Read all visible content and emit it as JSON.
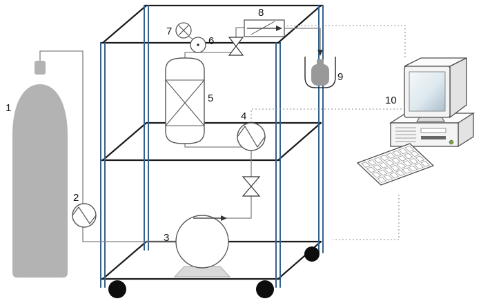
{
  "figure": {
    "type": "process-flow-diagram",
    "background": "#ffffff",
    "components": [
      {
        "label": "1",
        "name": "gas-cylinder"
      },
      {
        "label": "2",
        "name": "heat-exchanger-inlet"
      },
      {
        "label": "3",
        "name": "pump"
      },
      {
        "label": "4",
        "name": "heat-exchanger"
      },
      {
        "label": "5",
        "name": "packed-column"
      },
      {
        "label": "6",
        "name": "indicator-dot"
      },
      {
        "label": "7",
        "name": "indicator-cross"
      },
      {
        "label": "8",
        "name": "flow-controller"
      },
      {
        "label": "9",
        "name": "collection-vessel"
      },
      {
        "label": "10",
        "name": "computer"
      }
    ],
    "colors": {
      "cylinder": "#b3b3b3",
      "frame_post": "#35618e",
      "frame_edge": "#1a1a1a",
      "pipe": "#808080",
      "dotted": "#8c8c8c",
      "equipment_outline": "#555555",
      "wheel": "#0d0d0d",
      "power_led": "#76a34e",
      "vessel_insert": "#999999",
      "pump_base": "#d9d9d9"
    }
  }
}
